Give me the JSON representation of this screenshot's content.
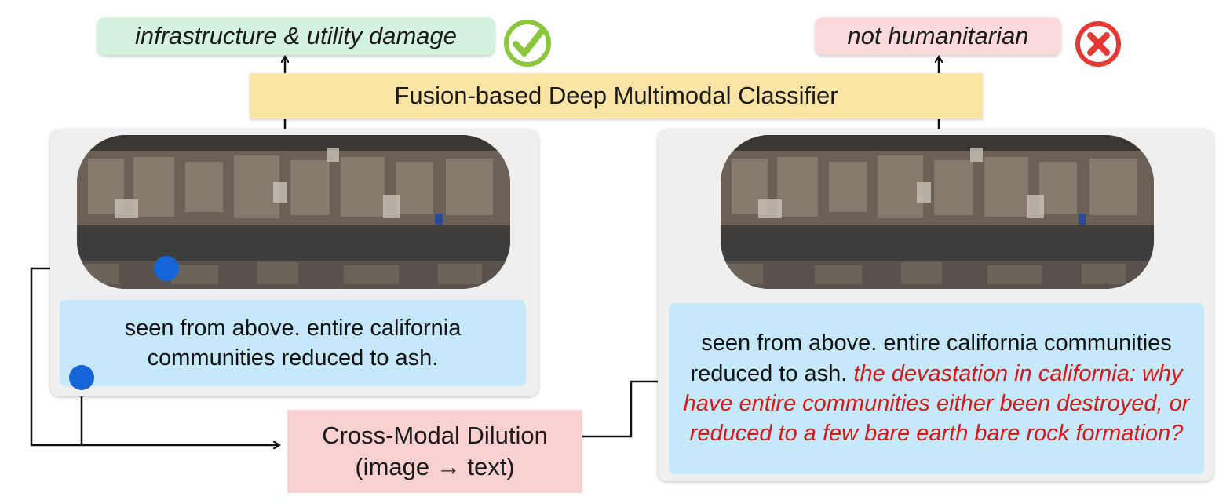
{
  "predictions": {
    "left": {
      "label": "infrastructure & utility damage",
      "status_icon": "check-icon",
      "color": "#8cc63f"
    },
    "right": {
      "label": "not humanitarian",
      "status_icon": "x-icon",
      "color": "#e53935"
    }
  },
  "classifier": {
    "label": "Fusion-based Deep Multimodal Classifier"
  },
  "left_sample": {
    "caption": "seen from above. entire california communities reduced to ash."
  },
  "right_sample": {
    "caption_original": "seen from above. entire california communities reduced to ash.",
    "caption_injected": "the devastation in california: why have entire communities either been destroyed, or reduced to a few bare earth bare rock formation?"
  },
  "dilution_box": {
    "line1": "Cross-Modal Dilution",
    "line2": "(image → text)"
  },
  "colors": {
    "dot": "#1565d8",
    "injected_text": "#d31a1a",
    "classifier_bg": "#fbe5a6",
    "caption_bg": "#c6e8fb"
  }
}
